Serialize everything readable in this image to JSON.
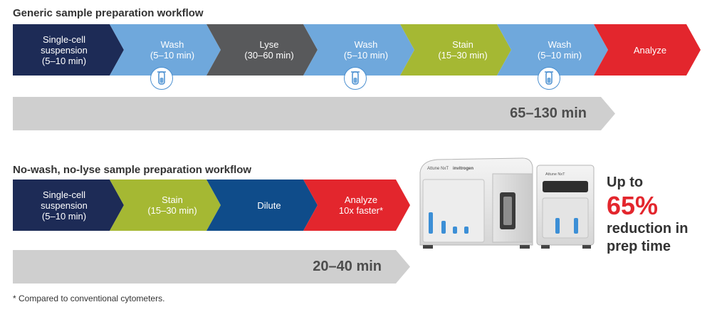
{
  "generic": {
    "title": "Generic sample preparation workflow",
    "steps": [
      {
        "label": "Single-cell\nsuspension\n(5–10 min)",
        "color": "#1d2b56"
      },
      {
        "label": "Wash\n(5–10 min)",
        "color": "#6fa8dc"
      },
      {
        "label": "Lyse\n(30–60 min)",
        "color": "#58595b"
      },
      {
        "label": "Wash\n(5–10 min)",
        "color": "#6fa8dc"
      },
      {
        "label": "Stain\n(15–30 min)",
        "color": "#a5b833"
      },
      {
        "label": "Wash\n(5–10 min)",
        "color": "#6fa8dc"
      },
      {
        "label": "Analyze",
        "color": "#e3262d"
      }
    ],
    "total_time": "65–130 min",
    "tube_icon": "test-tube-icon"
  },
  "nowash": {
    "title": "No-wash, no-lyse sample preparation workflow",
    "steps": [
      {
        "label": "Single-cell\nsuspension\n(5–10 min)",
        "color": "#1d2b56"
      },
      {
        "label": "Stain\n(15–30 min)",
        "color": "#a5b833"
      },
      {
        "label": "Dilute",
        "color": "#0f4c8a"
      },
      {
        "label": "Analyze\n10x faster*",
        "color": "#e3262d"
      }
    ],
    "total_time": "20–40 min"
  },
  "device": {
    "label_left": "Attune NxT",
    "brand": "invitrogen",
    "label_right": "Attune NxT"
  },
  "callout": {
    "line1": "Up to",
    "percent": "65%",
    "line2": "reduction in",
    "line3": "prep time",
    "accent": "#e3262d"
  },
  "footnote": "* Compared to conventional cytometers.",
  "colors": {
    "timebar": "#cfcfcf",
    "tube_ring": "#4a8fd0"
  }
}
